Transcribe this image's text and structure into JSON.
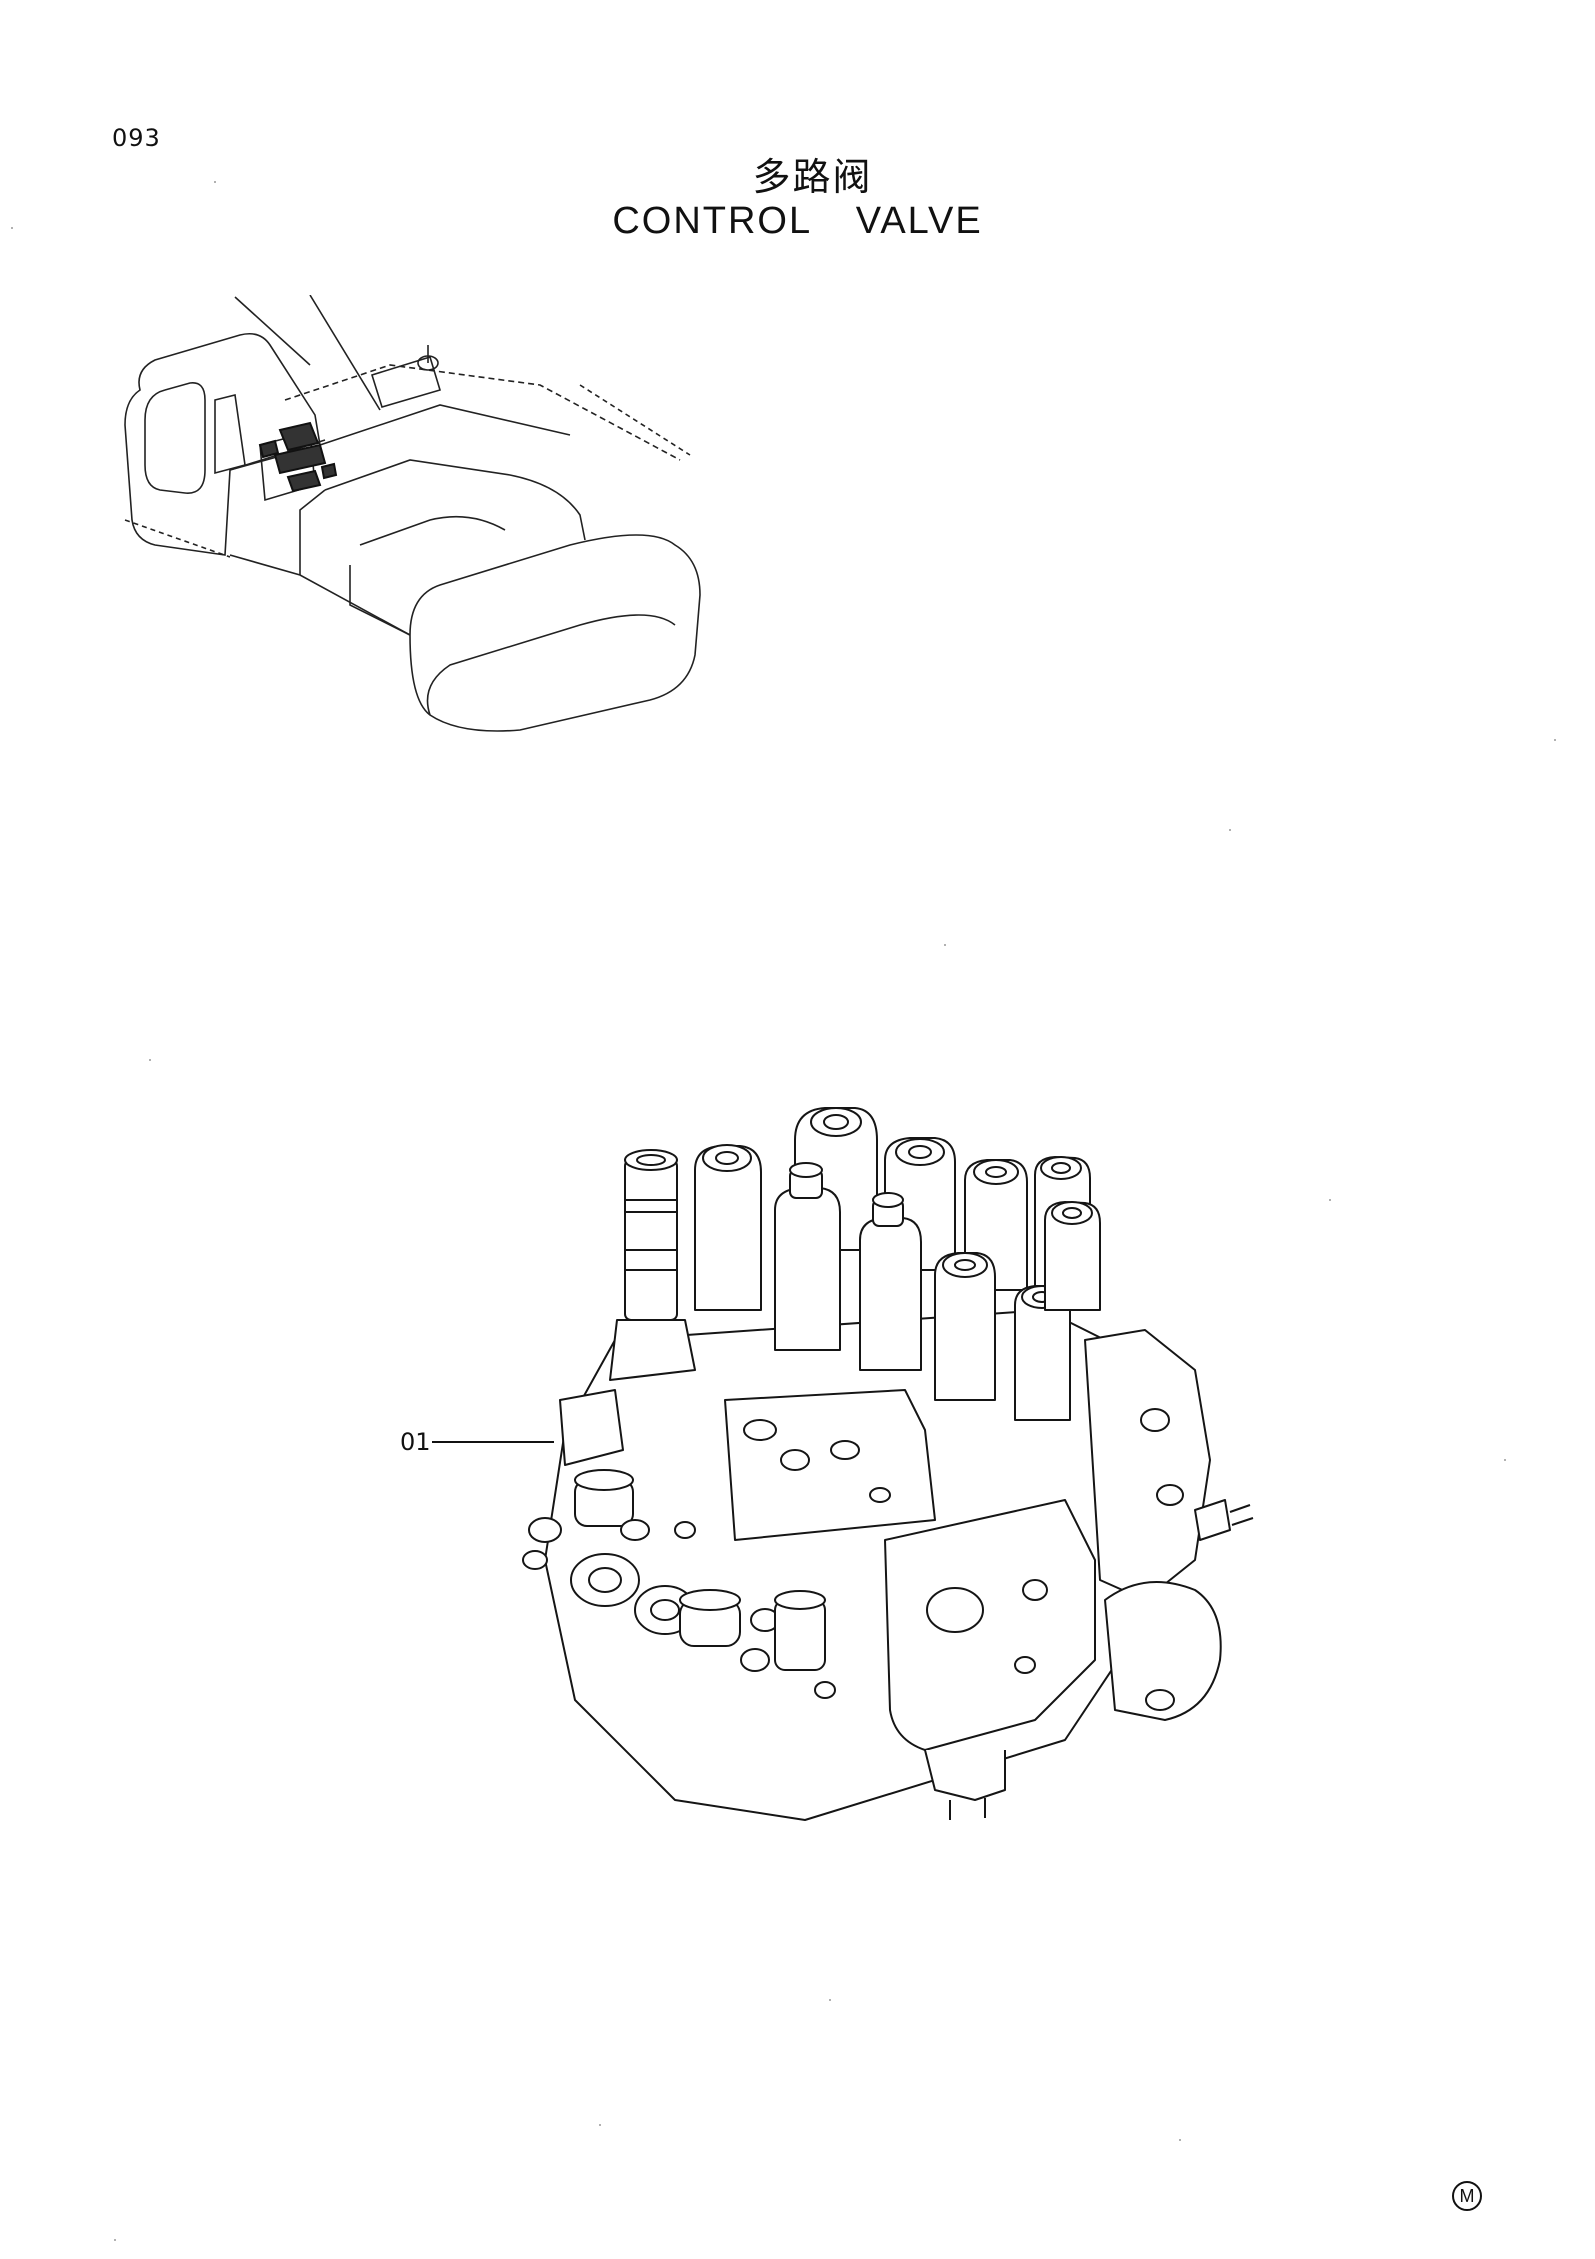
{
  "page": {
    "number": "093",
    "title_cn": "多路阀",
    "title_en": "CONTROL  VALVE"
  },
  "illustrations": {
    "key_diagram": "excavator-upper-structure-location-key",
    "part_drawing": "control-valve-assembly"
  },
  "callouts": [
    {
      "label": "01"
    }
  ],
  "footer": {
    "mark": "M"
  }
}
